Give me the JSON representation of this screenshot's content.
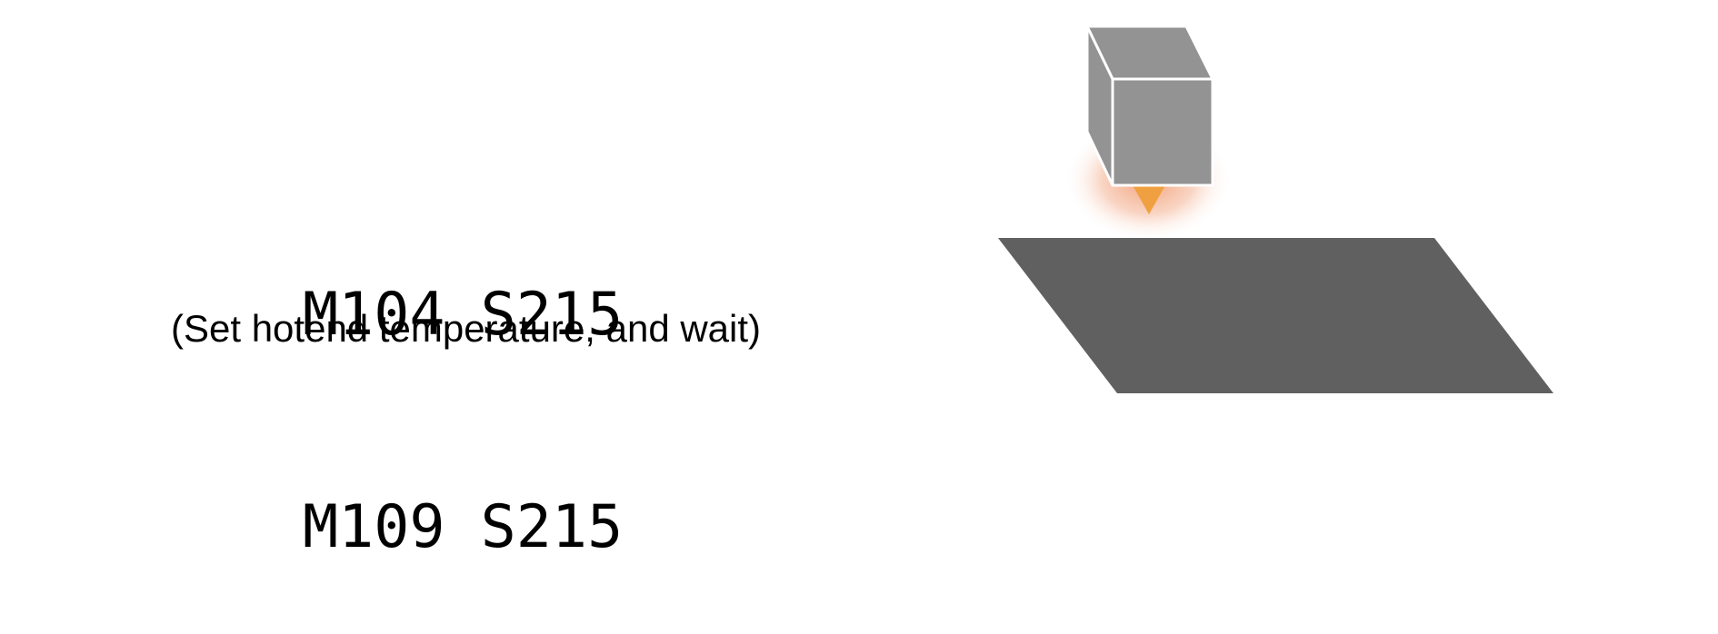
{
  "gcode": {
    "lines": [
      "M104 S215",
      "M109 S215"
    ]
  },
  "caption": "(Set hotend temperature, and wait)",
  "colors": {
    "background": "#ffffff",
    "text": "#000000",
    "bed": "#606060",
    "hotend_body": "#939393",
    "hotend_edge": "#ffffff",
    "nozzle": "#f0a040",
    "heat_glow": "#ee9060"
  },
  "icons": {
    "hotend": "printer-hotend-icon",
    "nozzle": "nozzle-icon",
    "bed": "print-bed-icon",
    "glow": "heat-glow-icon"
  }
}
